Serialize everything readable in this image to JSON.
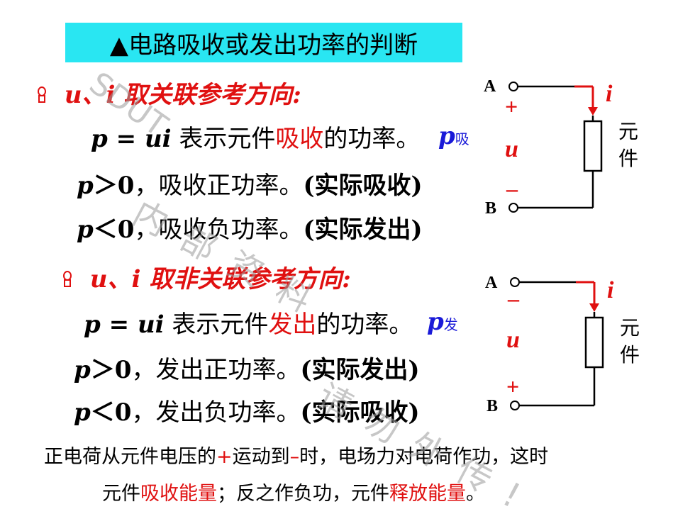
{
  "title": "▲电路吸收或发出功率的判断",
  "section1": {
    "bullet_icon": "bulb-icon",
    "heading": "u、i 取关联参考方向:",
    "formula_lhs": "p",
    "formula_eq": " = ",
    "formula_rhs": "ui",
    "desc_before": " 表示元件",
    "desc_highlight": "吸收",
    "desc_after": "的功率。",
    "symbol_p": "p",
    "symbol_sub": "吸",
    "pos_p": "p",
    "pos_cond": "＞0",
    "pos_text": "，吸收正功率。",
    "pos_paren": "(实际吸收)",
    "neg_p": "p",
    "neg_cond": "＜0",
    "neg_text": "，吸收负功率。",
    "neg_paren": "(实际发出)"
  },
  "section2": {
    "bullet_icon": "bulb-icon",
    "heading": "u、i 取非关联参考方向:",
    "formula_lhs": "p",
    "formula_eq": " = ",
    "formula_rhs": "ui",
    "desc_before": " 表示元件",
    "desc_highlight": "发出",
    "desc_after": "的功率。",
    "symbol_p": "p",
    "symbol_sub": "发",
    "pos_p": "p",
    "pos_cond": "＞0",
    "pos_text": "，发出正功率。",
    "pos_paren": "(实际发出)",
    "neg_p": "p",
    "neg_cond": "＜0",
    "neg_text": "，发出负功率。",
    "neg_paren": "(实际吸收)"
  },
  "circuit1": {
    "terminal_a": "A",
    "terminal_b": "B",
    "current": "i",
    "voltage": "u",
    "top_sign": "+",
    "bottom_sign": "–",
    "element_line1": "元",
    "element_line2": "件"
  },
  "circuit2": {
    "terminal_a": "A",
    "terminal_b": "B",
    "current": "i",
    "voltage": "u",
    "top_sign": "–",
    "bottom_sign": "+",
    "element_line1": "元",
    "element_line2": "件"
  },
  "note": {
    "l1_a": "正电荷从元件电压的",
    "l1_plus": "+",
    "l1_b": "运动到",
    "l1_minus": "–",
    "l1_c": "时，电场力对电荷作功，这时",
    "l2_a": "元件",
    "l2_absorb": "吸收能量",
    "l2_b": "；反之作负功，元件",
    "l2_release": "释放能量",
    "l2_c": "。"
  },
  "watermark": {
    "w1": "SDUT",
    "w2": "内部资料",
    "w3": "请勿外传!"
  },
  "colors": {
    "title_bg": "#29e6f2",
    "accent_red": "#e01010",
    "accent_blue": "#1a1ad8",
    "bulb_red": "#e01010"
  }
}
